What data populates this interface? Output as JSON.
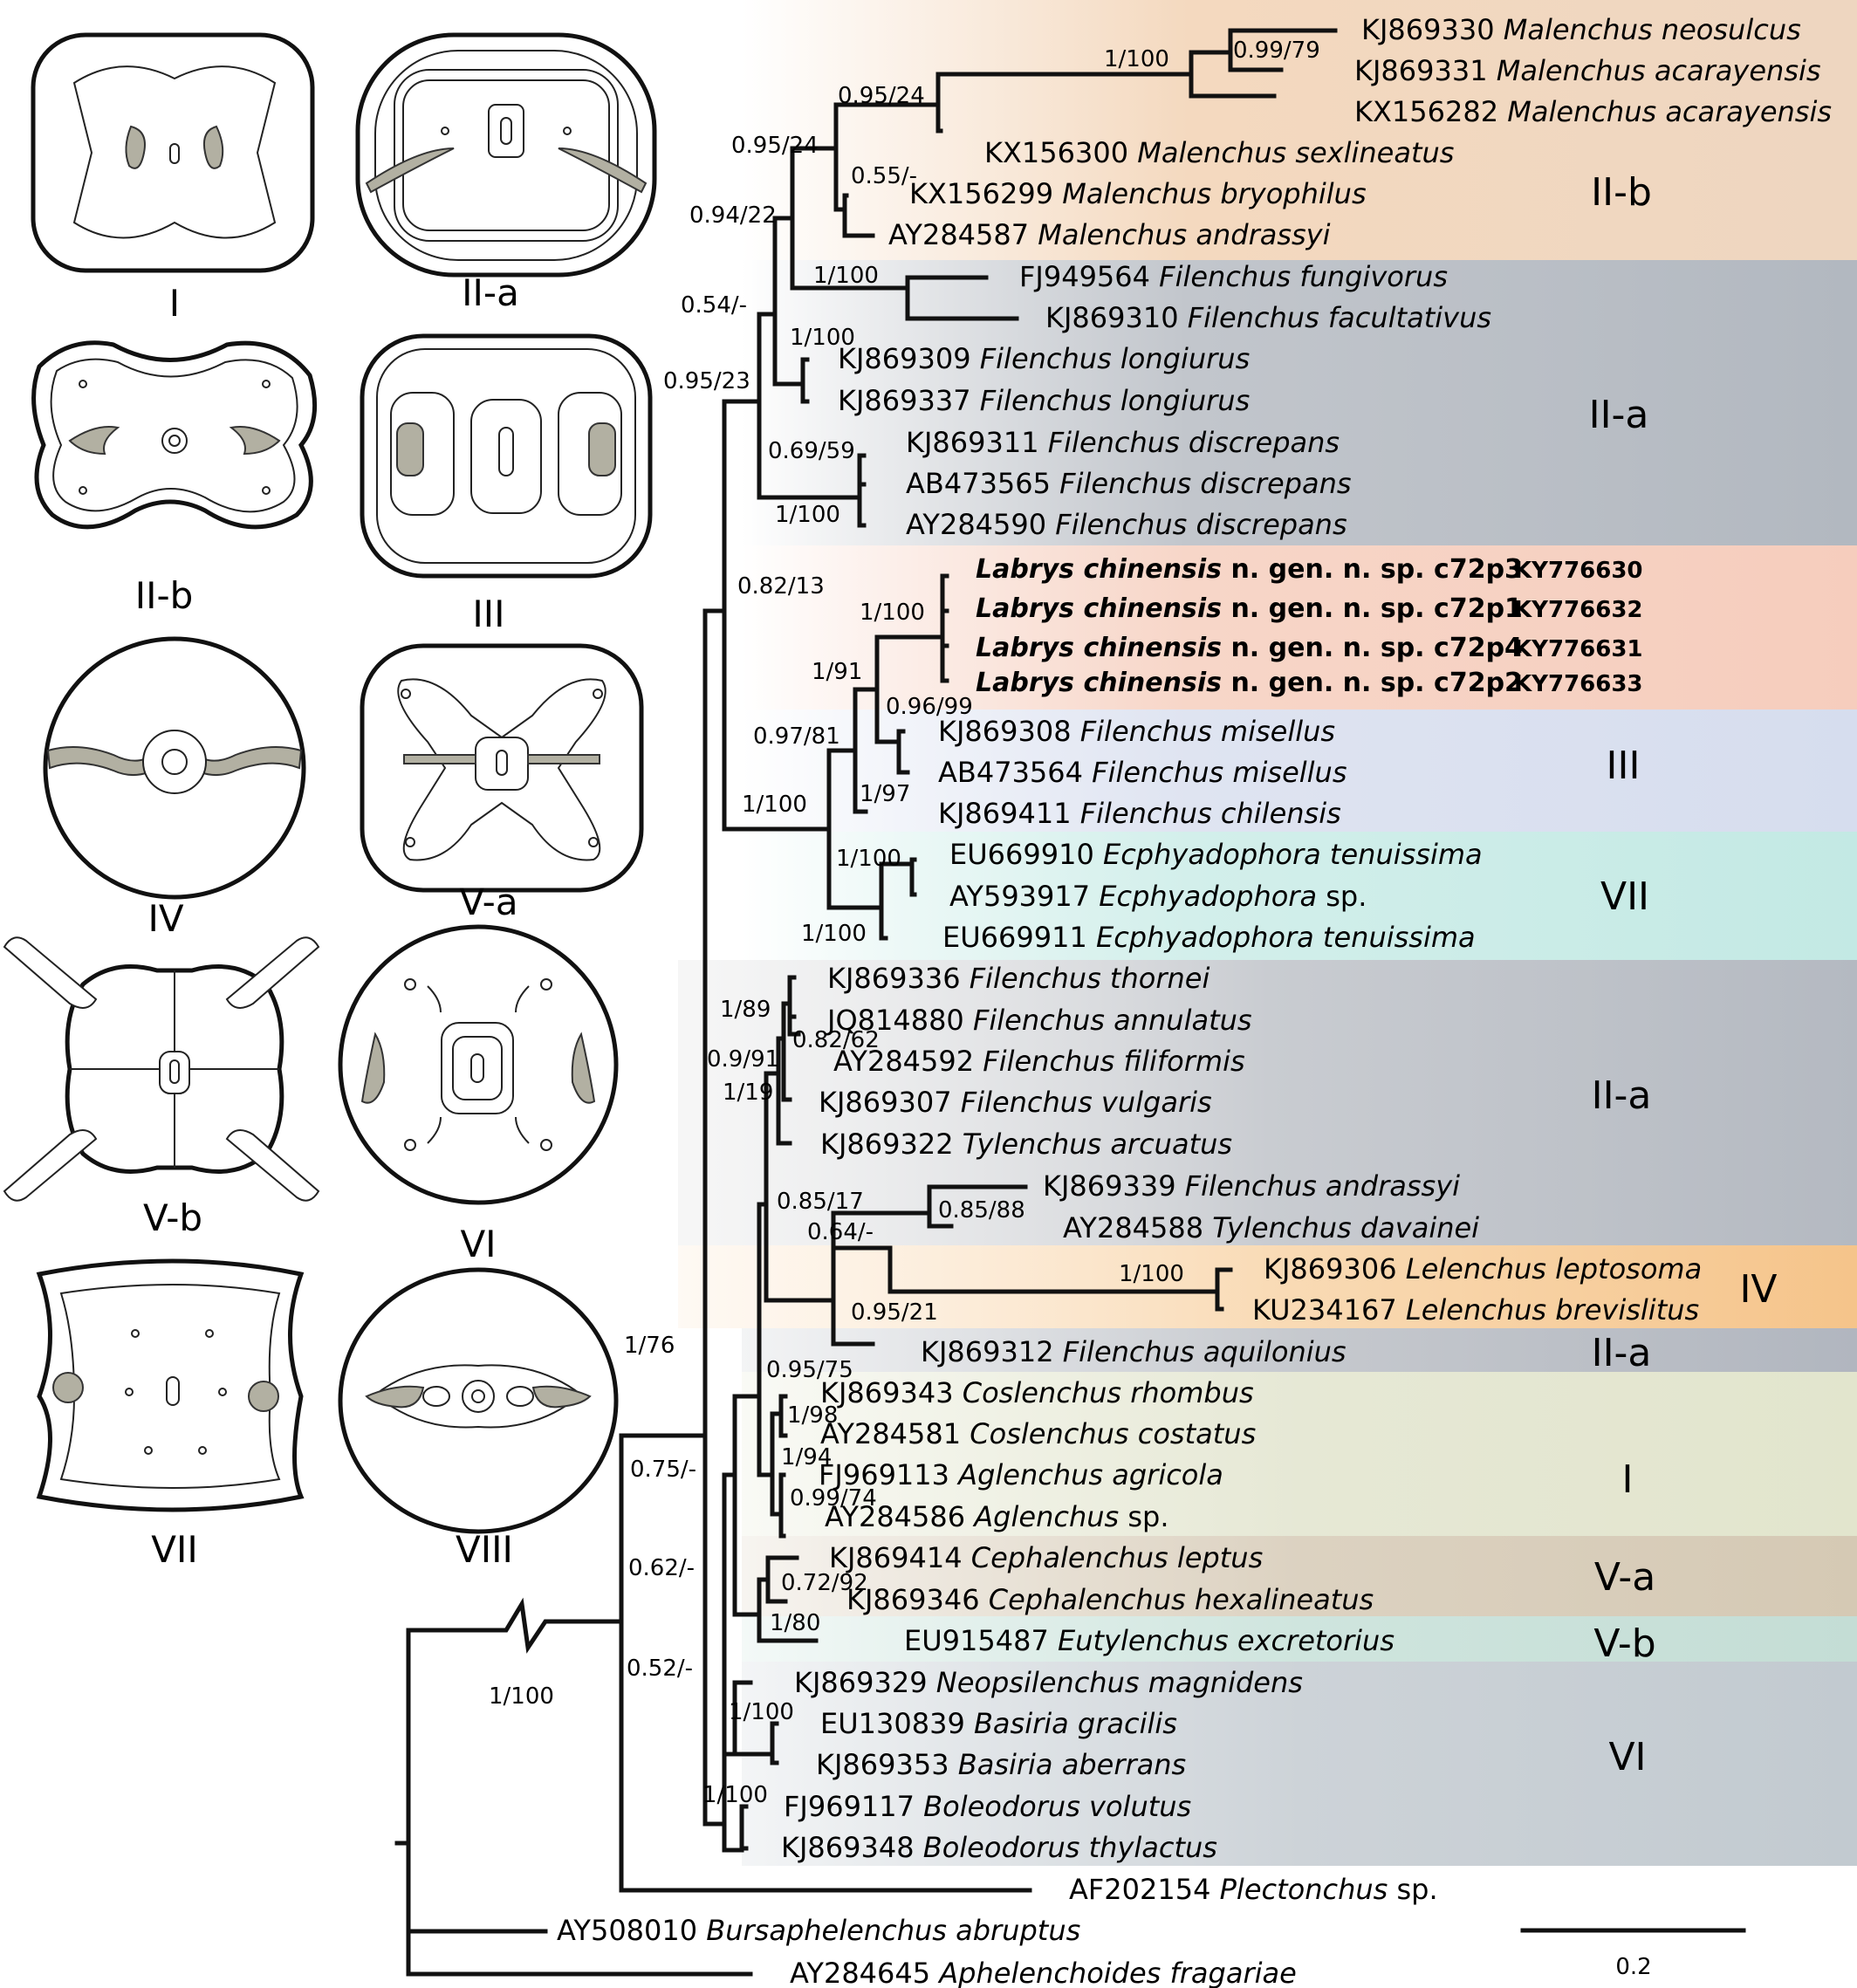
{
  "shape_labels": [
    "I",
    "II-a",
    "II-b",
    "III",
    "IV",
    "V-a",
    "V-b",
    "VI",
    "VII",
    "VIII"
  ],
  "taxa": [
    {
      "acc": "KJ869330",
      "genus": "Malenchus",
      "epithet": "neosulcus"
    },
    {
      "acc": "KJ869331",
      "genus": "Malenchus",
      "epithet": "acarayensis"
    },
    {
      "acc": "KX156282",
      "genus": "Malenchus",
      "epithet": "acarayensis"
    },
    {
      "acc": "KX156300",
      "genus": "Malenchus",
      "epithet": "sexlineatus"
    },
    {
      "acc": "KX156299",
      "genus": "Malenchus",
      "epithet": "bryophilus"
    },
    {
      "acc": "AY284587",
      "genus": "Malenchus",
      "epithet": "andrassyi"
    },
    {
      "acc": "FJ949564",
      "genus": "Filenchus",
      "epithet": "fungivorus"
    },
    {
      "acc": "KJ869310",
      "genus": "Filenchus",
      "epithet": "facultativus"
    },
    {
      "acc": "KJ869309",
      "genus": "Filenchus",
      "epithet": "longiurus"
    },
    {
      "acc": "KJ869337",
      "genus": "Filenchus",
      "epithet": "longiurus"
    },
    {
      "acc": "KJ869311",
      "genus": "Filenchus",
      "epithet": "discrepans"
    },
    {
      "acc": "AB473565",
      "genus": "Filenchus",
      "epithet": "discrepans"
    },
    {
      "acc": "AY284590",
      "genus": "Filenchus",
      "epithet": "discrepans"
    },
    {
      "acc": "KJ869308",
      "genus": "Filenchus",
      "epithet": "misellus"
    },
    {
      "acc": "AB473564",
      "genus": "Filenchus",
      "epithet": "misellus"
    },
    {
      "acc": "KJ869411",
      "genus": "Filenchus",
      "epithet": "chilensis"
    },
    {
      "acc": "EU669910",
      "genus": "Ecphyadophora",
      "epithet": "tenuissima"
    },
    {
      "acc": "AY593917",
      "genus": "Ecphyadophora",
      "epithet": "sp."
    },
    {
      "acc": "EU669911",
      "genus": "Ecphyadophora",
      "epithet": "tenuissima"
    },
    {
      "acc": "KJ869336",
      "genus": "Filenchus",
      "epithet": "thornei"
    },
    {
      "acc": "JQ814880",
      "genus": "Filenchus",
      "epithet": "annulatus"
    },
    {
      "acc": "AY284592",
      "genus": "Filenchus",
      "epithet": "filiformis"
    },
    {
      "acc": "KJ869307",
      "genus": "Filenchus",
      "epithet": "vulgaris"
    },
    {
      "acc": "KJ869322",
      "genus": "Tylenchus",
      "epithet": "arcuatus"
    },
    {
      "acc": "KJ869339",
      "genus": "Filenchus",
      "epithet": "andrassyi"
    },
    {
      "acc": "AY284588",
      "genus": "Tylenchus",
      "epithet": "davainei"
    },
    {
      "acc": "KJ869306",
      "genus": "Lelenchus",
      "epithet": "leptosoma"
    },
    {
      "acc": "KU234167",
      "genus": "Lelenchus",
      "epithet": "brevislitus"
    },
    {
      "acc": "KJ869312",
      "genus": "Filenchus",
      "epithet": "aquilonius"
    },
    {
      "acc": "KJ869343",
      "genus": "Coslenchus",
      "epithet": "rhombus"
    },
    {
      "acc": "AY284581",
      "genus": "Coslenchus",
      "epithet": "costatus"
    },
    {
      "acc": "FJ969113",
      "genus": "Aglenchus",
      "epithet": "agricola"
    },
    {
      "acc": "AY284586",
      "genus": "Aglenchus",
      "epithet": "sp."
    },
    {
      "acc": "KJ869414",
      "genus": "Cephalenchus",
      "epithet": "leptus"
    },
    {
      "acc": "KJ869346",
      "genus": "Cephalenchus",
      "epithet": "hexalineatus"
    },
    {
      "acc": "EU915487",
      "genus": "Eutylenchus",
      "epithet": "excretorius"
    },
    {
      "acc": "KJ869329",
      "genus": "Neopsilenchus",
      "epithet": "magnidens"
    },
    {
      "acc": "EU130839",
      "genus": "Basiria",
      "epithet": "gracilis"
    },
    {
      "acc": "KJ869353",
      "genus": "Basiria",
      "epithet": "aberrans"
    },
    {
      "acc": "FJ969117",
      "genus": "Boleodorus",
      "epithet": "volutus"
    },
    {
      "acc": "KJ869348",
      "genus": "Boleodorus",
      "epithet": "thylactus"
    },
    {
      "acc": "AF202154",
      "genus": "Plectonchus",
      "epithet": "sp."
    },
    {
      "acc": "AY508010",
      "genus": "Bursaphelenchus",
      "epithet": "abruptus"
    },
    {
      "acc": "AY284645",
      "genus": "Aphelenchoides",
      "epithet": "fragariae"
    }
  ],
  "new_taxa": [
    {
      "genus": "Labrys",
      "epithet": "chinensis",
      "note": "n. gen. n. sp.",
      "clone": "c72p3",
      "acc": "KY776630"
    },
    {
      "genus": "Labrys",
      "epithet": "chinensis",
      "note": "n. gen. n. sp.",
      "clone": "c72p1",
      "acc": "KY776632"
    },
    {
      "genus": "Labrys",
      "epithet": "chinensis",
      "note": "n. gen. n. sp.",
      "clone": "c72p4",
      "acc": "KY776631"
    },
    {
      "genus": "Labrys",
      "epithet": "chinensis",
      "note": "n. gen. n. sp.",
      "clone": "c72p2",
      "acc": "KY776633"
    }
  ],
  "supports": [
    "1/100",
    "0.99/79",
    "0.95/24",
    "0.95/24",
    "0.55/-",
    "0.94/22",
    "1/100",
    "0.54/-",
    "1/100",
    "0.95/23",
    "0.69/59",
    "1/100",
    "0.82/13",
    "1/100",
    "1/91",
    "0.96/99",
    "0.97/81",
    "1/97",
    "1/100",
    "1/100",
    "1/100",
    "1/89",
    "0.82/62",
    "0.9/91",
    "1/19",
    "0.85/17",
    "0.85/88",
    "0.64/-",
    "1/100",
    "0.95/21",
    "1/76",
    "0.95/75",
    "1/98",
    "1/94",
    "0.99/74",
    "0.75/-",
    "0.72/92",
    "1/80",
    "0.62/-",
    "1/100",
    "0.52/-",
    "1/100",
    "1/100"
  ],
  "clade_labels": [
    "II-b",
    "II-a",
    "III",
    "VII",
    "II-a",
    "IV",
    "II-a",
    "I",
    "V-a",
    "V-b",
    "VI"
  ],
  "scale_label": "0.2",
  "colors": {
    "II-b": "#f4d9bf",
    "II-a": "#b4bac2",
    "Labrys": "#f6cdbd",
    "III": "#d8dff0",
    "VII": "#c7ebe6",
    "IV": "#f6c790",
    "I": "#e3e6cf",
    "V-a": "#d7cab5",
    "V-b": "#c6e1d9",
    "VI": "#c5cdd3"
  }
}
